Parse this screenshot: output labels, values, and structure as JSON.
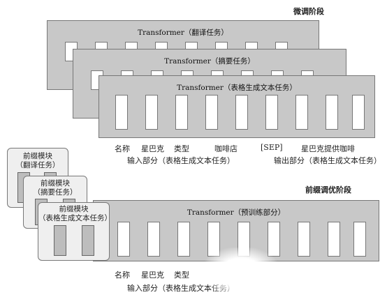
{
  "finetune": {
    "stage_label": "微调阶段",
    "panels": [
      {
        "title": "Transformer（翻译任务）"
      },
      {
        "title": "Transformer（摘要任务）"
      },
      {
        "title": "Transformer（表格生成文本任务）"
      }
    ],
    "tokens": [
      "名称",
      "星巴克",
      "类型",
      "咖啡店",
      "[SEP]",
      "星巴克提供咖啡"
    ],
    "input_caption": "输入部分（表格生成文本任务）",
    "output_caption": "输出部分（表格生成文本任务）"
  },
  "prefix_tuning": {
    "stage_label": "前缀调优阶段",
    "modules": [
      {
        "line1": "前缀模块",
        "line2": "（翻译任务）"
      },
      {
        "line1": "前缀模块",
        "line2": "（摘要任务）"
      },
      {
        "line1": "前缀模块",
        "line2": "（表格生成文本任务）"
      }
    ],
    "panel_title": "Transformer（预训练部分）",
    "tokens": [
      "名称",
      "星巴克",
      "类型"
    ],
    "input_caption": "输入部分（表格生成文本任务）"
  }
}
